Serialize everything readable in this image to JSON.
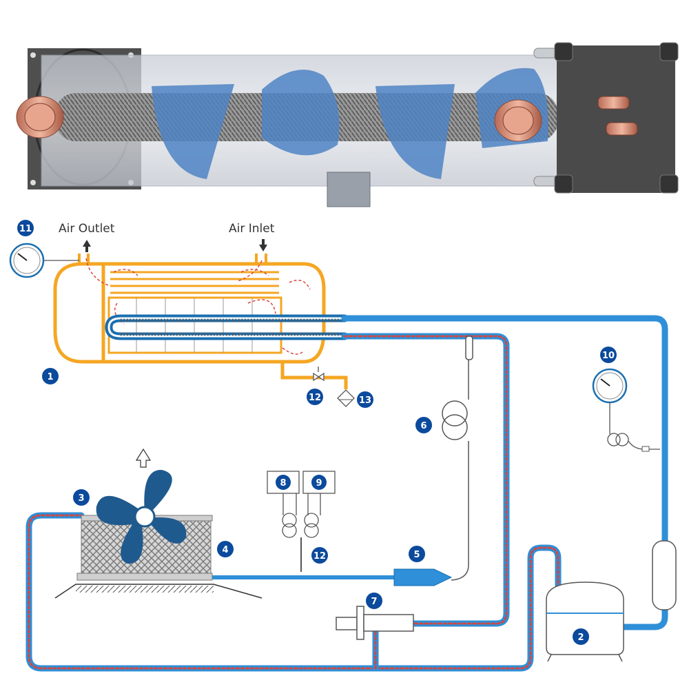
{
  "colors": {
    "refrigerant": "#2f8fd8",
    "refrigerant_dark": "#1a6fb0",
    "hot_dots": "#d9453a",
    "shell_orange": "#f5a623",
    "badge": "#0b4a9c",
    "housing": "#4a4a4a"
  },
  "labels": {
    "air_outlet": "Air Outlet",
    "air_inlet": "Air Inlet"
  },
  "badges": {
    "b1": "1",
    "b2": "2",
    "b3": "3",
    "b4": "4",
    "b5": "5",
    "b6": "6",
    "b7": "7",
    "b8": "8",
    "b9": "9",
    "b10": "10",
    "b11": "11",
    "b12a": "12",
    "b12b": "12",
    "b13": "13"
  },
  "icons": {
    "gauge_11": "pressure-gauge-icon",
    "gauge_10": "pressure-gauge-icon",
    "fan": "fan-icon",
    "arrow_up": "arrow-up-icon",
    "arrow_down": "arrow-down-icon"
  }
}
